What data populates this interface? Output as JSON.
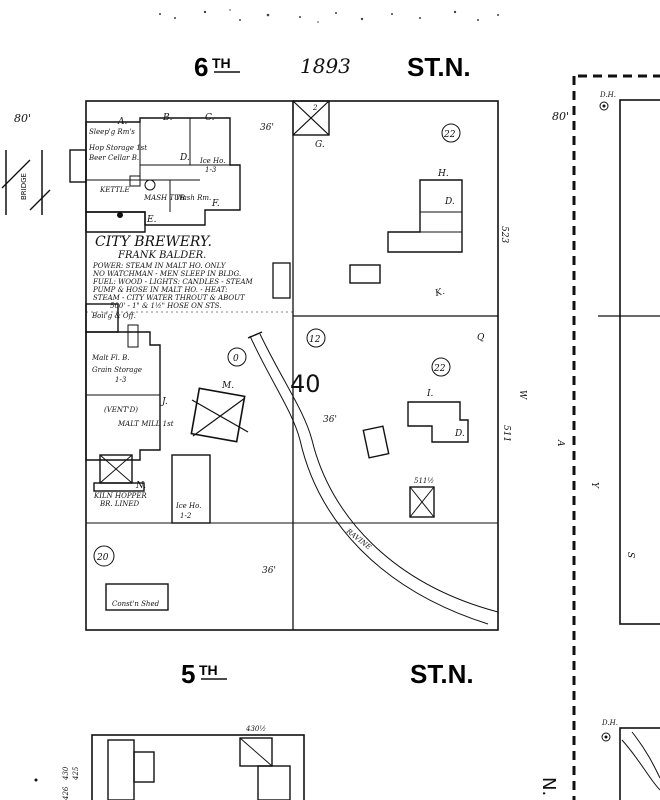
{
  "map": {
    "year": "1893",
    "streets": {
      "top_prefix": "6",
      "top_suffix": "TH",
      "top_name": "ST.N.",
      "bottom_prefix": "5",
      "bottom_suffix": "TH",
      "bottom_name": "ST.N."
    },
    "block_number": "40",
    "widths": {
      "left_street": "80'",
      "right_street": "80'",
      "alley_top": "36'",
      "alley_mid": "36'",
      "alley_lower": "36'"
    },
    "side_text": {
      "right_street_letters": [
        "W",
        "A",
        "Y",
        "S"
      ],
      "right_letters_block": "Q",
      "left_vertical": "BRIDGE",
      "address_right_upper": "523",
      "address_right_mid": "511",
      "bottom_right": "N.",
      "dh_top": "D.H.",
      "dh_bottom": "D.H."
    },
    "lot_numbers": {
      "lot_upper_left": "2",
      "lot_upper_mid": "22",
      "lot_mid_left": "0",
      "lot_mid_right": "12",
      "lot_mid_far": "22",
      "lot_lower_left": "20"
    },
    "addresses": {
      "lower_mid": "511½",
      "bottom_block": "430½",
      "bottom_side_a": "430",
      "bottom_side_b": "425",
      "bottom_side_c": "426"
    },
    "brewery": {
      "name": "CITY BREWERY.",
      "owner": "FRANK BALDER.",
      "notes": [
        "POWER: STEAM IN MALT HO. ONLY",
        "NO WATCHMAN - MEN SLEEP IN BLDG.",
        "FUEL: WOOD - LIGHTS: CANDLES - STEAM",
        "PUMP & HOSE IN MALT HO. - HEAT:",
        "STEAM - CITY WATER THROUT & ABOUT",
        "500' - 1\" & 1½\" HOSE ON STS."
      ],
      "building_labels": {
        "a": "A.",
        "b": "B.",
        "c": "C.",
        "d": "D.",
        "e": "E.",
        "f": "F.",
        "g": "G.",
        "h": "H.",
        "i": "I.",
        "j": "J.",
        "k": "K.",
        "m": "M.",
        "n": "N.",
        "sleeping": "Sleep'g Rm's",
        "hop_storage": "Hop Storage 1st",
        "beer_cellar": "Beer Cellar B.",
        "ice_house_top": "Ice Ho.",
        "ice_house_top_floors": "1-3",
        "kettle": "KETTLE",
        "mash_tub": "MASH TUB",
        "wash_rm": "Wash Rm.",
        "boiling": "Boil'g & Off.",
        "malt_fl": "Malt Fl. B.",
        "grain_storage": "Grain Storage",
        "grain_floors": "1-3",
        "vented": "(VENT'D)",
        "malt_mill": "MALT MILL 1st",
        "kiln": "KILN HOPPER",
        "brick_lined": "BR. LINED",
        "ice_house_low": "Ice Ho.",
        "ice_house_low_floors": "1-2",
        "construction": "Const'n Shed",
        "hand_ravine": "RAVINE"
      }
    }
  }
}
